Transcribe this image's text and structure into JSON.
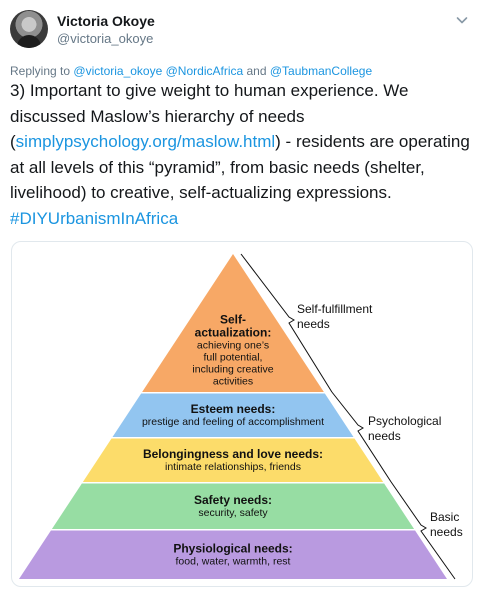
{
  "tweet": {
    "author_name": "Victoria Okoye",
    "author_handle": "@victoria_okoye",
    "reply_prefix": "Replying to",
    "reply_user_1": "@victoria_okoye",
    "reply_user_2": "@NordicAfrica",
    "reply_and": "and",
    "reply_user_3": "@TaubmanCollege",
    "text_part_1": "3) Important to give weight to human experience. We discussed Maslow’s hierarchy of needs (",
    "text_link": "simplypsychology.org/maslow.html",
    "text_part_2": ") - residents are operating at all levels of this “pyramid”, from basic needs (shelter, livelihood) to creative, self-actualizing expressions. ",
    "text_hashtag": "#DIYUrbanismInAfrica",
    "link_color": "#1b95e0"
  },
  "pyramid": {
    "levels": [
      {
        "title_lines": [
          "Self-",
          "actualization:"
        ],
        "desc_lines": [
          "achieving one’s",
          "full potential,",
          "including creative",
          "activities"
        ],
        "color": "#f7a866"
      },
      {
        "title_lines": [
          "Esteem needs:"
        ],
        "desc_lines": [
          "prestige and feeling of accomplishment"
        ],
        "color": "#92c5f0"
      },
      {
        "title_lines": [
          "Belongingness and love needs:"
        ],
        "desc_lines": [
          "intimate relationships, friends"
        ],
        "color": "#fcdc6a"
      },
      {
        "title_lines": [
          "Safety needs:"
        ],
        "desc_lines": [
          "security, safety"
        ],
        "color": "#97dda3"
      },
      {
        "title_lines": [
          "Physiological needs:"
        ],
        "desc_lines": [
          "food, water, warmth, rest"
        ],
        "color": "#b99ae0"
      }
    ],
    "groups": [
      {
        "label_lines": [
          "Self-fulfillment",
          "needs"
        ]
      },
      {
        "label_lines": [
          "Psychological",
          "needs"
        ]
      },
      {
        "label_lines": [
          "Basic",
          "needs"
        ]
      }
    ]
  }
}
